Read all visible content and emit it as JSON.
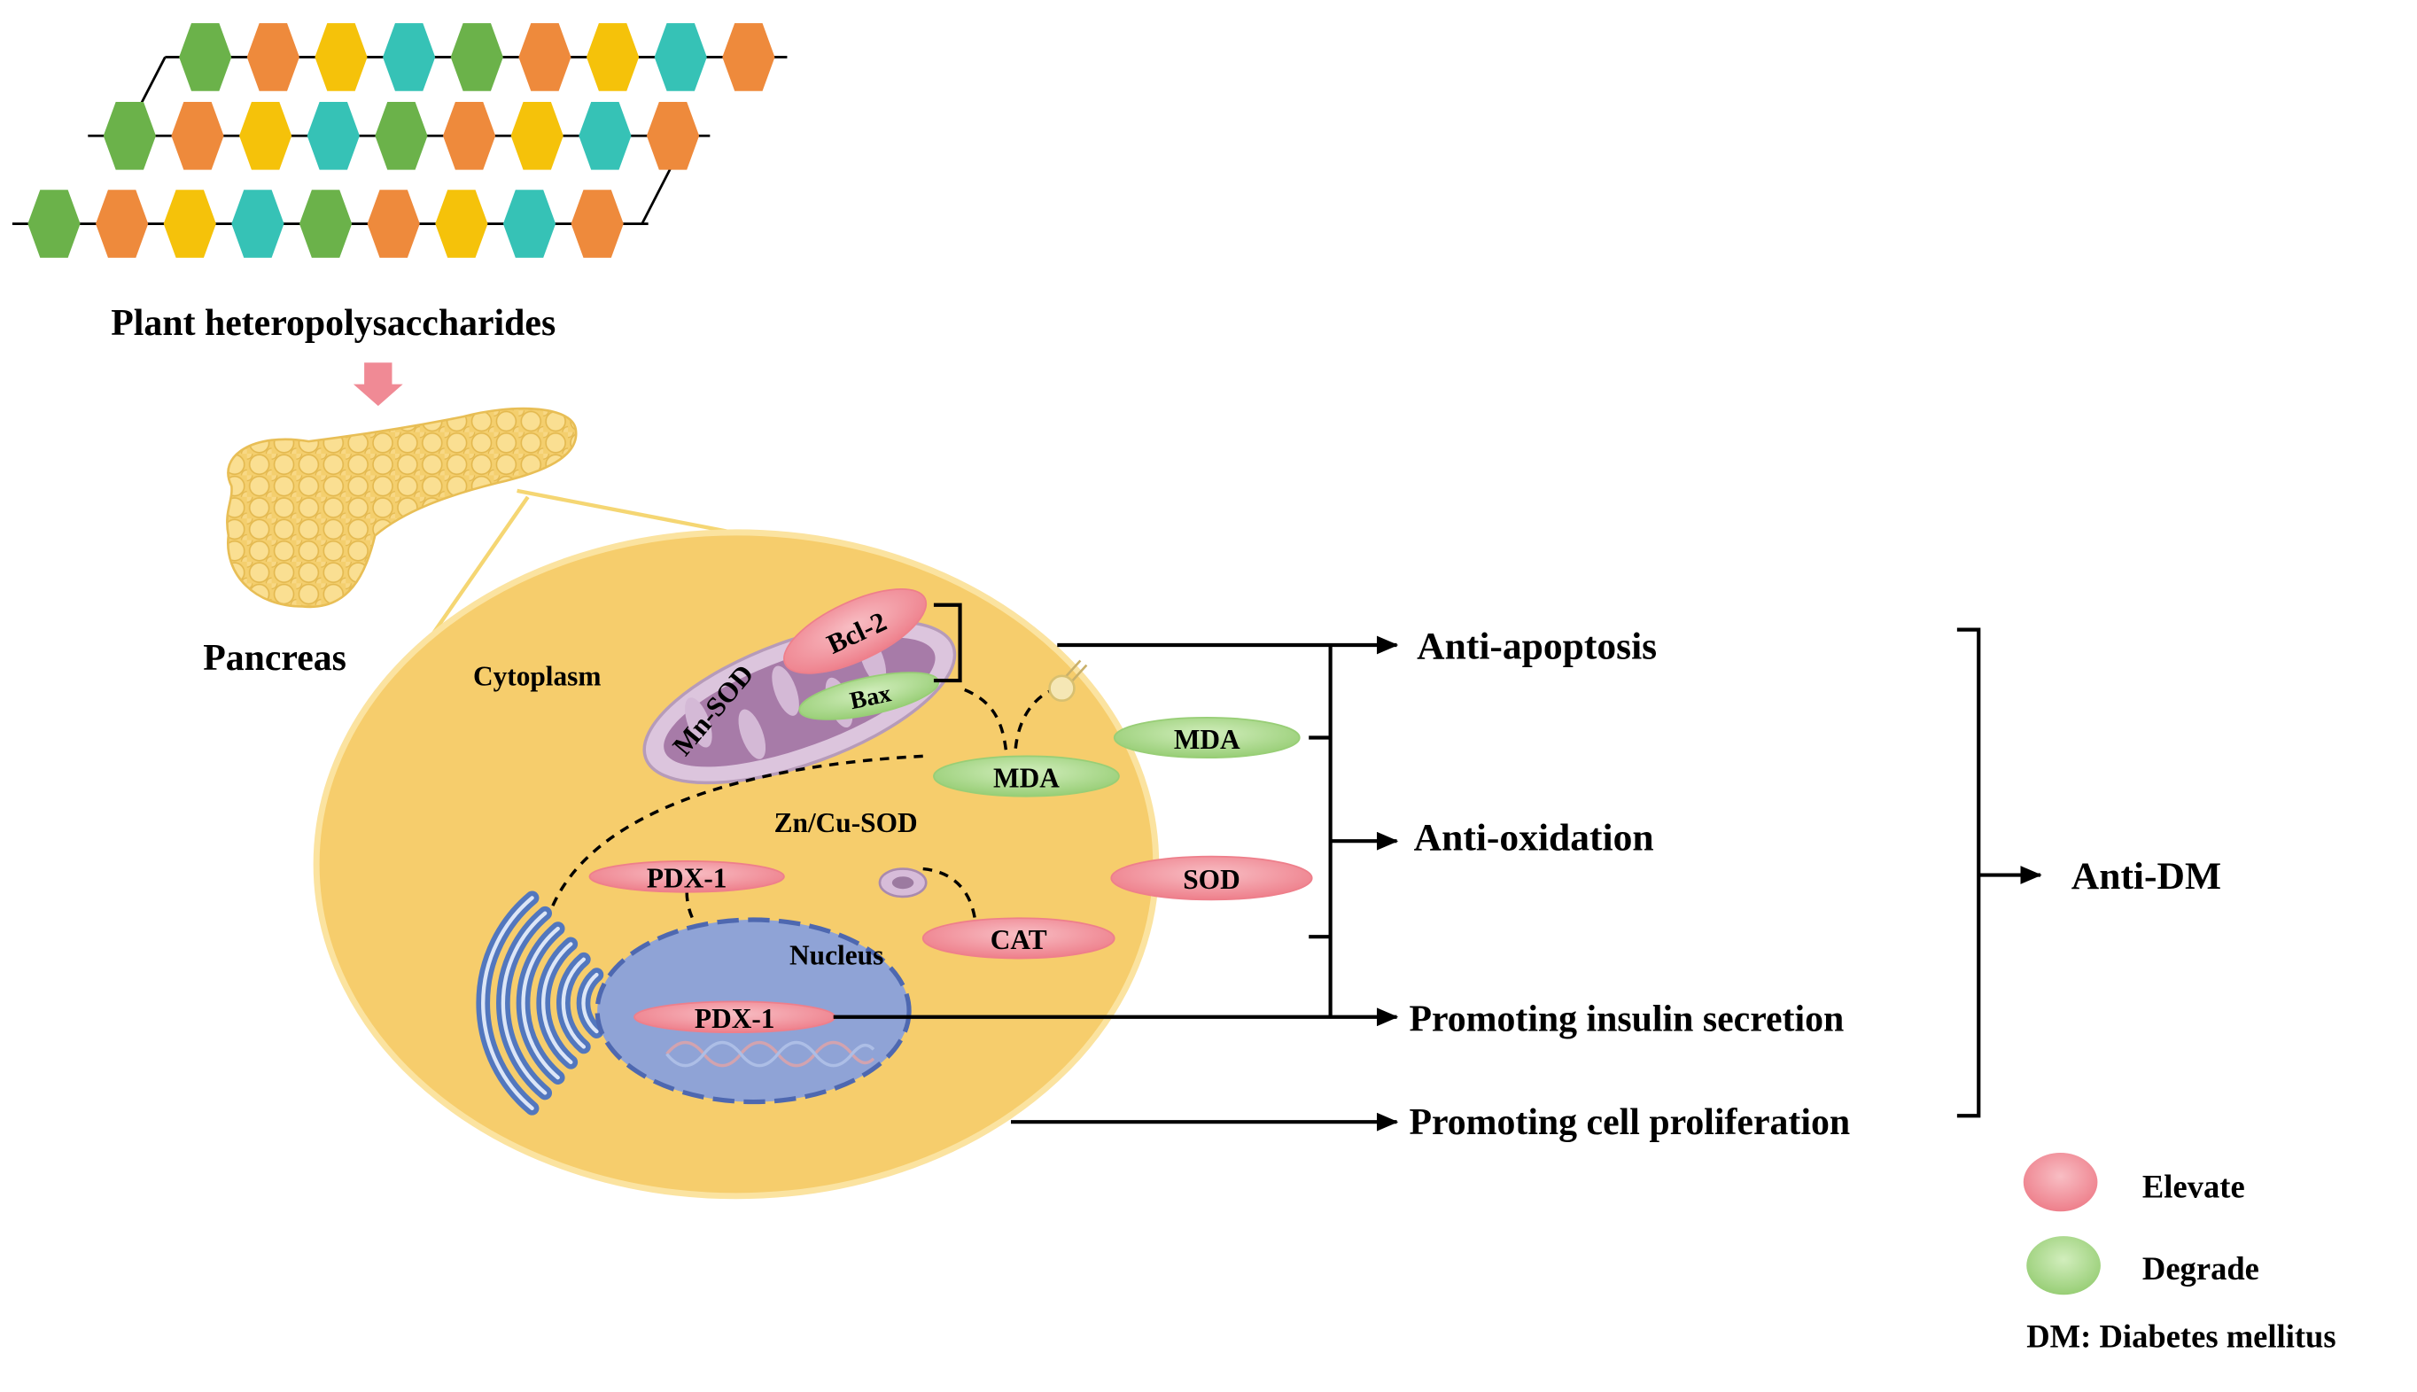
{
  "title": "Plant heteropolysaccharides",
  "chain": {
    "colors": {
      "green": "#6BB24A",
      "orange": "#EE8A3C",
      "yellow": "#F5C20A",
      "teal": "#36C2B6"
    },
    "rows": [
      [
        "green",
        "orange",
        "yellow",
        "teal",
        "green",
        "orange",
        "yellow",
        "teal",
        "orange"
      ],
      [
        "green",
        "orange",
        "yellow",
        "teal",
        "green",
        "orange",
        "yellow",
        "teal",
        "orange"
      ],
      [
        "green",
        "orange",
        "yellow",
        "teal",
        "green",
        "orange",
        "yellow",
        "teal",
        "orange"
      ]
    ]
  },
  "organ_label": "Pancreas",
  "cell": {
    "cytoplasm": "Cytoplasm",
    "nucleus": "Nucleus",
    "zn_cu_sod": "Zn/Cu-SOD",
    "mn_sod": "Mn-SOD"
  },
  "markers": {
    "bcl2": {
      "label": "Bcl-2",
      "status": "elevate"
    },
    "bax": {
      "label": "Bax",
      "status": "degrade"
    },
    "mda_inner": {
      "label": "MDA",
      "status": "degrade"
    },
    "mda_outer": {
      "label": "MDA",
      "status": "degrade"
    },
    "pdx1_cytoplasm": {
      "label": "PDX-1",
      "status": "elevate"
    },
    "pdx1_nucleus": {
      "label": "PDX-1",
      "status": "elevate"
    },
    "sod": {
      "label": "SOD",
      "status": "elevate"
    },
    "cat": {
      "label": "CAT",
      "status": "elevate"
    }
  },
  "effects": {
    "anti_apoptosis": "Anti-apoptosis",
    "anti_oxidation": "Anti-oxidation",
    "insulin_secretion": "Promoting insulin secretion",
    "cell_proliferation": "Promoting cell proliferation"
  },
  "outcome": "Anti-DM",
  "legend": {
    "elevate": "Elevate",
    "degrade": "Degrade",
    "abbreviation": "DM: Diabetes mellitus"
  },
  "colors": {
    "elevate_light": "#F8BEC4",
    "elevate": "#EE7F8B",
    "degrade_light": "#D2EEBD",
    "degrade": "#98CE76",
    "cell": "#F6CD6C",
    "nucleus": "#8FA3D6",
    "arrow_pink": "#F08A95"
  }
}
